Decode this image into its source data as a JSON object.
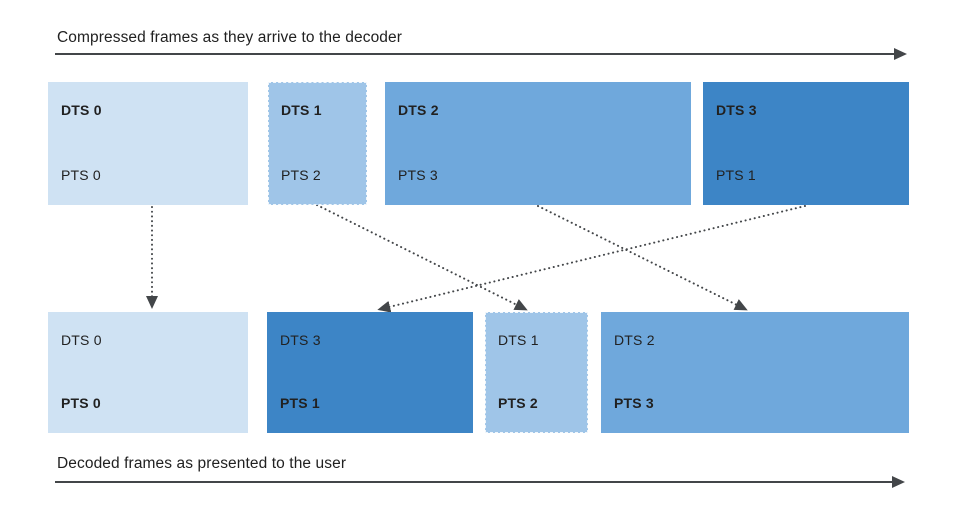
{
  "colors": {
    "frame_lightest": "#cfe2f3",
    "frame_light": "#9fc5e8",
    "frame_medium": "#6fa8dc",
    "frame_dark": "#3d85c6",
    "arrow": "#434649",
    "text": "#212121"
  },
  "top_row": {
    "label": "Compressed frames as they arrive to the decoder",
    "frames": [
      {
        "dts": "DTS 0",
        "pts": "PTS 0",
        "color": "#cfe2f3"
      },
      {
        "dts": "DTS 1",
        "pts": "PTS 2",
        "color": "#9fc5e8"
      },
      {
        "dts": "DTS 2",
        "pts": "PTS 3",
        "color": "#6fa8dc"
      },
      {
        "dts": "DTS 3",
        "pts": "PTS 1",
        "color": "#3d85c6"
      }
    ]
  },
  "bottom_row": {
    "label": "Decoded frames as presented to the user",
    "frames": [
      {
        "dts": "DTS 0",
        "pts": "PTS 0",
        "color": "#cfe2f3"
      },
      {
        "dts": "DTS 3",
        "pts": "PTS 1",
        "color": "#3d85c6"
      },
      {
        "dts": "DTS 1",
        "pts": "PTS 2",
        "color": "#9fc5e8"
      },
      {
        "dts": "DTS 2",
        "pts": "PTS 3",
        "color": "#6fa8dc"
      }
    ]
  },
  "mappings": [
    {
      "from_top_frame": 0,
      "to_bottom_frame": 0
    },
    {
      "from_top_frame": 1,
      "to_bottom_frame": 2
    },
    {
      "from_top_frame": 2,
      "to_bottom_frame": 3
    },
    {
      "from_top_frame": 3,
      "to_bottom_frame": 1
    }
  ]
}
